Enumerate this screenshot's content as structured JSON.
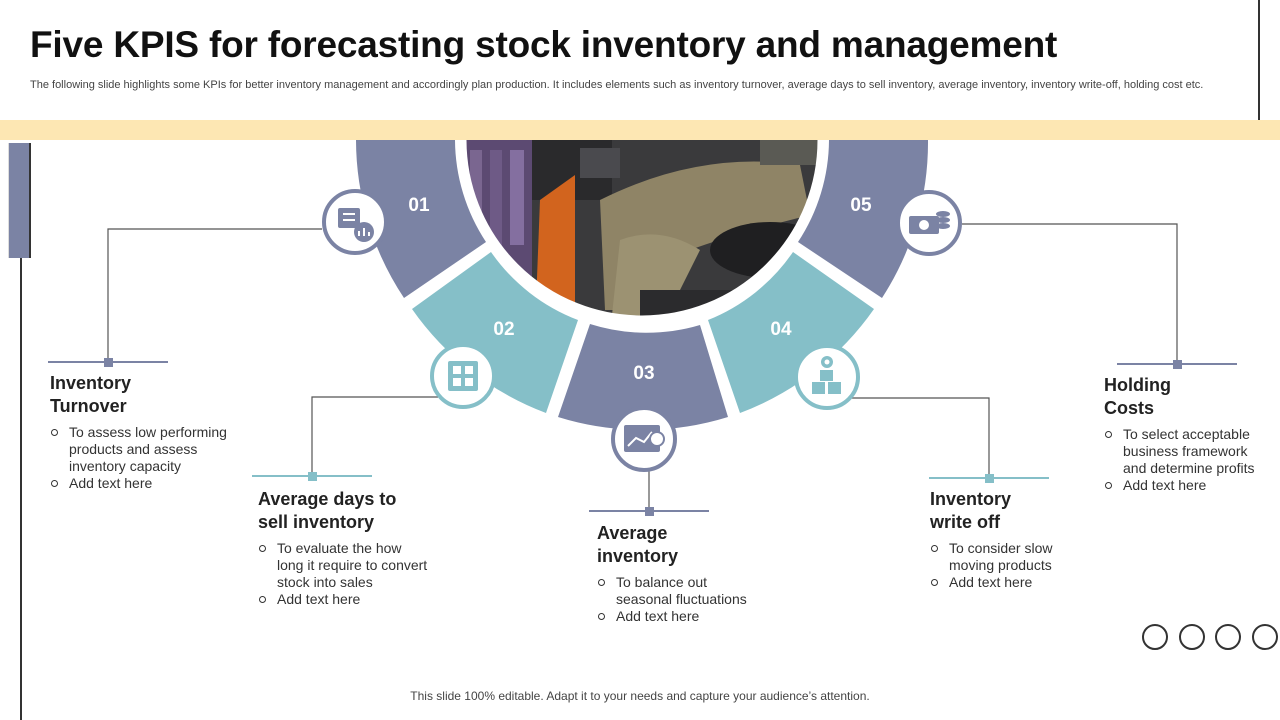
{
  "slide": {
    "title": "Five KPIS for forecasting stock inventory and management",
    "subtitle": "The following slide highlights some KPIs for better inventory management and accordingly plan production. It includes elements such as inventory turnover, average days to sell inventory, average inventory, inventory write-off, holding cost etc.",
    "footer": "This slide 100% editable. Adapt it to your needs and capture your audience’s attention."
  },
  "colors": {
    "slate": "#7b83a4",
    "teal": "#85bfc8",
    "band": "#fde7b3"
  },
  "kpis": [
    {
      "number": "01",
      "icon": "inventory-turnover-icon",
      "title_line1": "Inventory",
      "title_line2": "Turnover",
      "bullets": [
        "To assess low performing",
        "products  and assess",
        "inventory capacity"
      ],
      "bullet2": "Add text here"
    },
    {
      "number": "02",
      "icon": "calendar-grid-icon",
      "title_line1": "Average days to",
      "title_line2": "sell inventory",
      "bullets": [
        "To evaluate the how",
        "long it require to convert",
        "stock into sales"
      ],
      "bullet2": "Add text here"
    },
    {
      "number": "03",
      "icon": "trend-chart-icon",
      "title_line1": "Average",
      "title_line2": "inventory",
      "bullets": [
        "To balance out",
        "seasonal fluctuations"
      ],
      "bullet2": "Add text here"
    },
    {
      "number": "04",
      "icon": "boxes-gear-icon",
      "title_line1": "Inventory",
      "title_line2": "write off",
      "bullets": [
        "To consider slow",
        "moving products"
      ],
      "bullet2": "Add text here"
    },
    {
      "number": "05",
      "icon": "money-coins-icon",
      "title_line1": "Holding",
      "title_line2": "Costs",
      "bullets": [
        "To select acceptable",
        "business framework",
        "and determine profits"
      ],
      "bullet2": "Add text here"
    }
  ]
}
